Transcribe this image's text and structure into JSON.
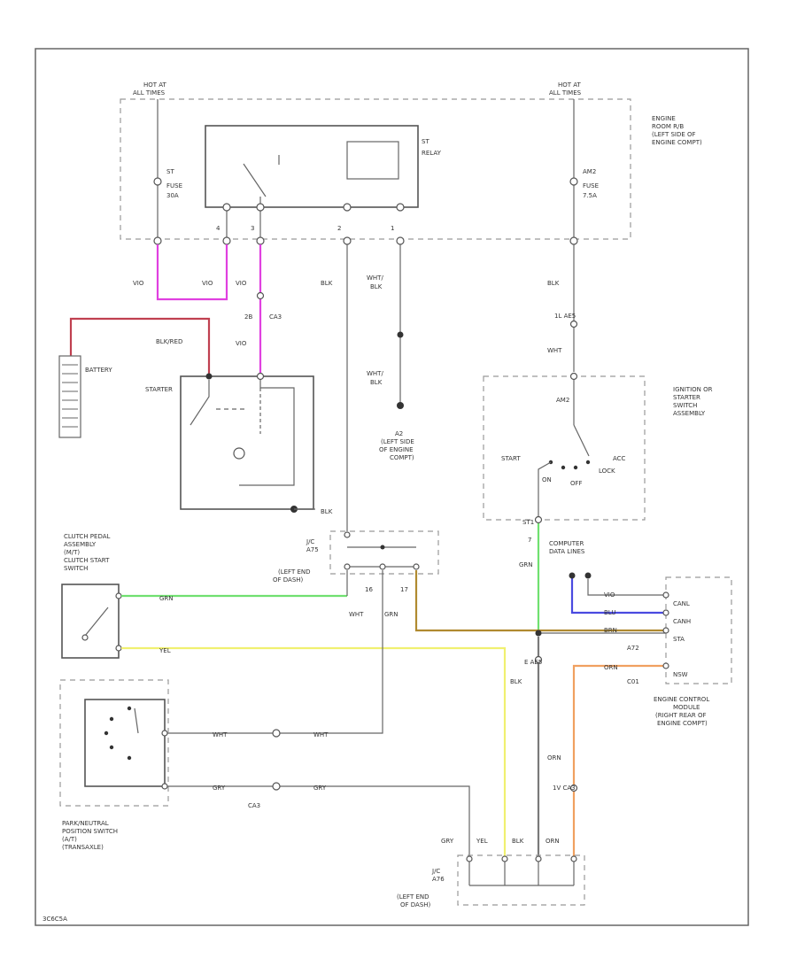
{
  "colors": {
    "pink": "#e040e0",
    "red": "#c04050",
    "green": "#70e070",
    "yellow": "#f0f070",
    "tan": "#b08a30",
    "blue": "#4a4ae0",
    "orange": "#f0a060",
    "gray": "#7a7a7a",
    "black": "#333333",
    "light": "#bbbbbb"
  },
  "labels": {
    "hot_left": [
      "HOT AT",
      "ALL TIMES"
    ],
    "hot_right": [
      "HOT AT",
      "ALL TIMES"
    ],
    "engine_room_rb": [
      "ENGINE",
      "ROOM R/B",
      "(LEFT SIDE OF",
      "ENGINE COMPT)"
    ],
    "st_fuse": [
      "ST",
      "FUSE",
      "30A"
    ],
    "am2_fuse": [
      "AM2",
      "FUSE",
      "7.5A"
    ],
    "st_relay": [
      "ST",
      "RELAY"
    ],
    "pins_top": [
      "4",
      "3",
      "2",
      "1"
    ],
    "w_vio1": "VIO",
    "w_vio2": "VIO",
    "w_vio3": "VIO",
    "w_blk1": "BLK",
    "w_wht_blk1": [
      "WHT/",
      "BLK"
    ],
    "w_blk_am2": "BLK",
    "conn_2b_ca3": [
      "2B",
      "CA3"
    ],
    "w_vio4": "VIO",
    "blk_red": "BLK/RED",
    "battery": "BATTERY",
    "starter": "STARTER",
    "conn_1l_ae5": "1L AE5",
    "w_wht_am": "WHT",
    "w_wht_blk2": [
      "WHT/",
      "BLK"
    ],
    "a2_ground": [
      "A2",
      "(LEFT SIDE",
      "OF ENGINE",
      "COMPT)"
    ],
    "ign_switch": [
      "IGNITION OR",
      "STARTER",
      "SWITCH",
      "ASSEMBLY"
    ],
    "am2_pin": "AM2",
    "sw_start": "START",
    "sw_on": "ON",
    "sw_off": "OFF",
    "sw_acc": "ACC",
    "sw_lock": "LOCK",
    "w_blk_starter": "BLK",
    "st1_pin": "ST1",
    "clutch": [
      "CLUTCH PEDAL",
      "ASSEMBLY",
      "(M/T)",
      "CLUTCH START",
      "SWITCH"
    ],
    "jc_upper": [
      "J/C",
      "A75"
    ],
    "left_end_dash_upper": [
      "(LEFT END",
      "OF DASH)"
    ],
    "w_grn_clutch": "GRN",
    "w_yel_clutch": "YEL",
    "w_wht_jc": "WHT",
    "w_grn_jc": "GRN",
    "pin_16": "16",
    "pin_17": "17",
    "pin_7": "7",
    "w_grn_ign": "GRN",
    "comp_data": [
      "COMPUTER",
      "DATA LINES"
    ],
    "w_vio_ecm": "VIO",
    "w_blu_ecm": "BLU",
    "w_brn_ecm": "BRN",
    "ecm_pins": [
      "CANL",
      "CANH",
      "STA",
      "NSW"
    ],
    "a72": "A72",
    "c01": "C01",
    "w_orn_ecm": "ORN",
    "ecm": [
      "ENGINE CONTROL",
      "MODULE",
      "(RIGHT REAR OF",
      "ENGINE COMPT)"
    ],
    "w_blk_main": "BLK",
    "conn_e_ae5": "E AE5",
    "w_orn_main": "ORN",
    "conn_1v_ca3": "1V CA3",
    "w_wht_pnp": "WHT",
    "w_gry_pnp": "GRY",
    "conn_ca3": "CA3",
    "pnp": [
      "PARK/NEUTRAL",
      "POSITION SWITCH",
      "(A/T)",
      "(TRANSAXLE)"
    ],
    "bottom_wires": [
      "GRY",
      "YEL",
      "BLK",
      "ORN"
    ],
    "jc_lower": [
      "J/C",
      "A76"
    ],
    "left_end_dash_lower": [
      "(LEFT END",
      "OF DASH)"
    ],
    "footer_code": "3C6C5A"
  }
}
